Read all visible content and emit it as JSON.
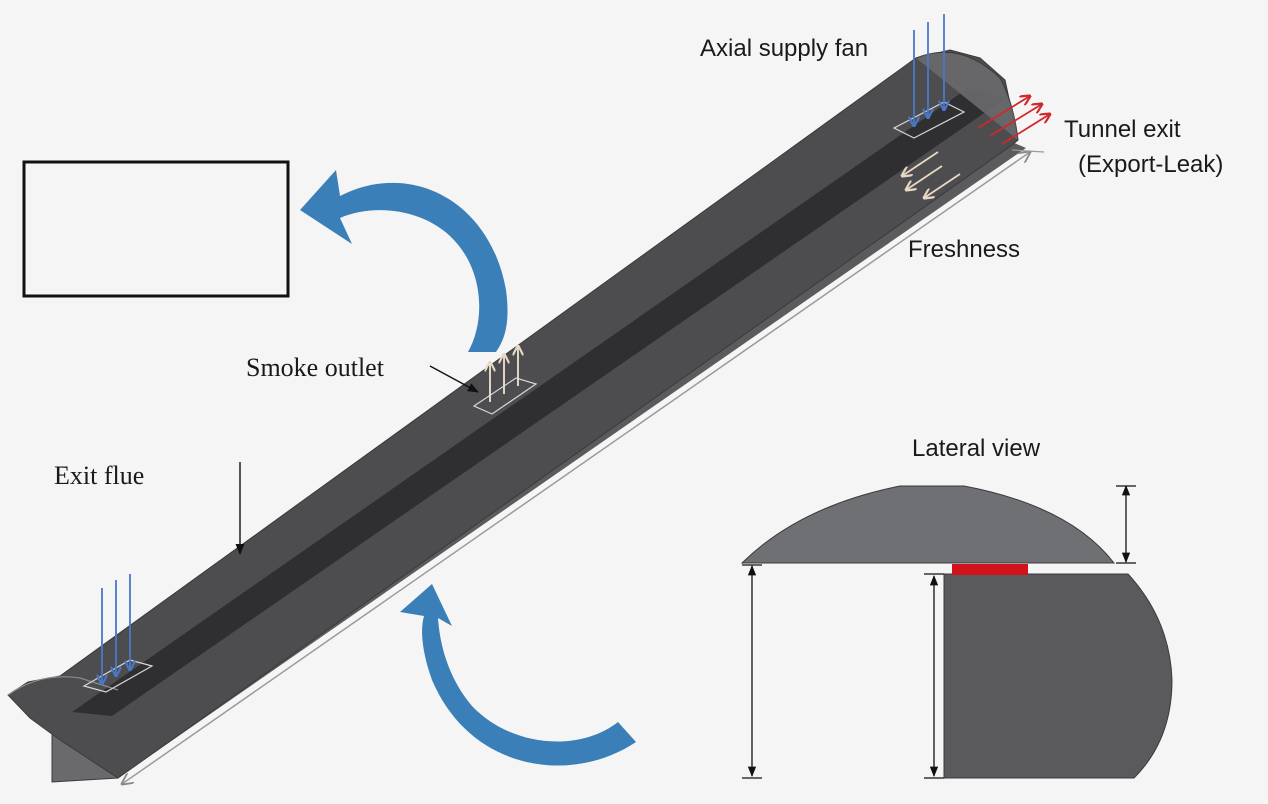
{
  "labels": {
    "axial_supply_fan": "Axial supply fan",
    "tunnel_exit_line1": "Tunnel exit",
    "tunnel_exit_line2": "(Export-Leak)",
    "freshness": "Freshness",
    "smoke_outlet": "Smoke outlet",
    "exit_flue": "Exit flue",
    "lateral_view": "Lateral view"
  },
  "colors": {
    "tunnel_body": "#4d4d50",
    "tunnel_side": "#5b5b5e",
    "smoke_duct": "#2f2f31",
    "curved_arrows": "#3a7fb8",
    "supply_arrows": "#4a78c9",
    "exit_arrows": "#d0282a",
    "freshness_arrows": "#e8d9c4",
    "smoke_arrows": "#efe3d2",
    "lateral_section": "#5a5a5c",
    "lateral_roof": "#6f7073",
    "lateral_outlet": "#d0121a"
  }
}
